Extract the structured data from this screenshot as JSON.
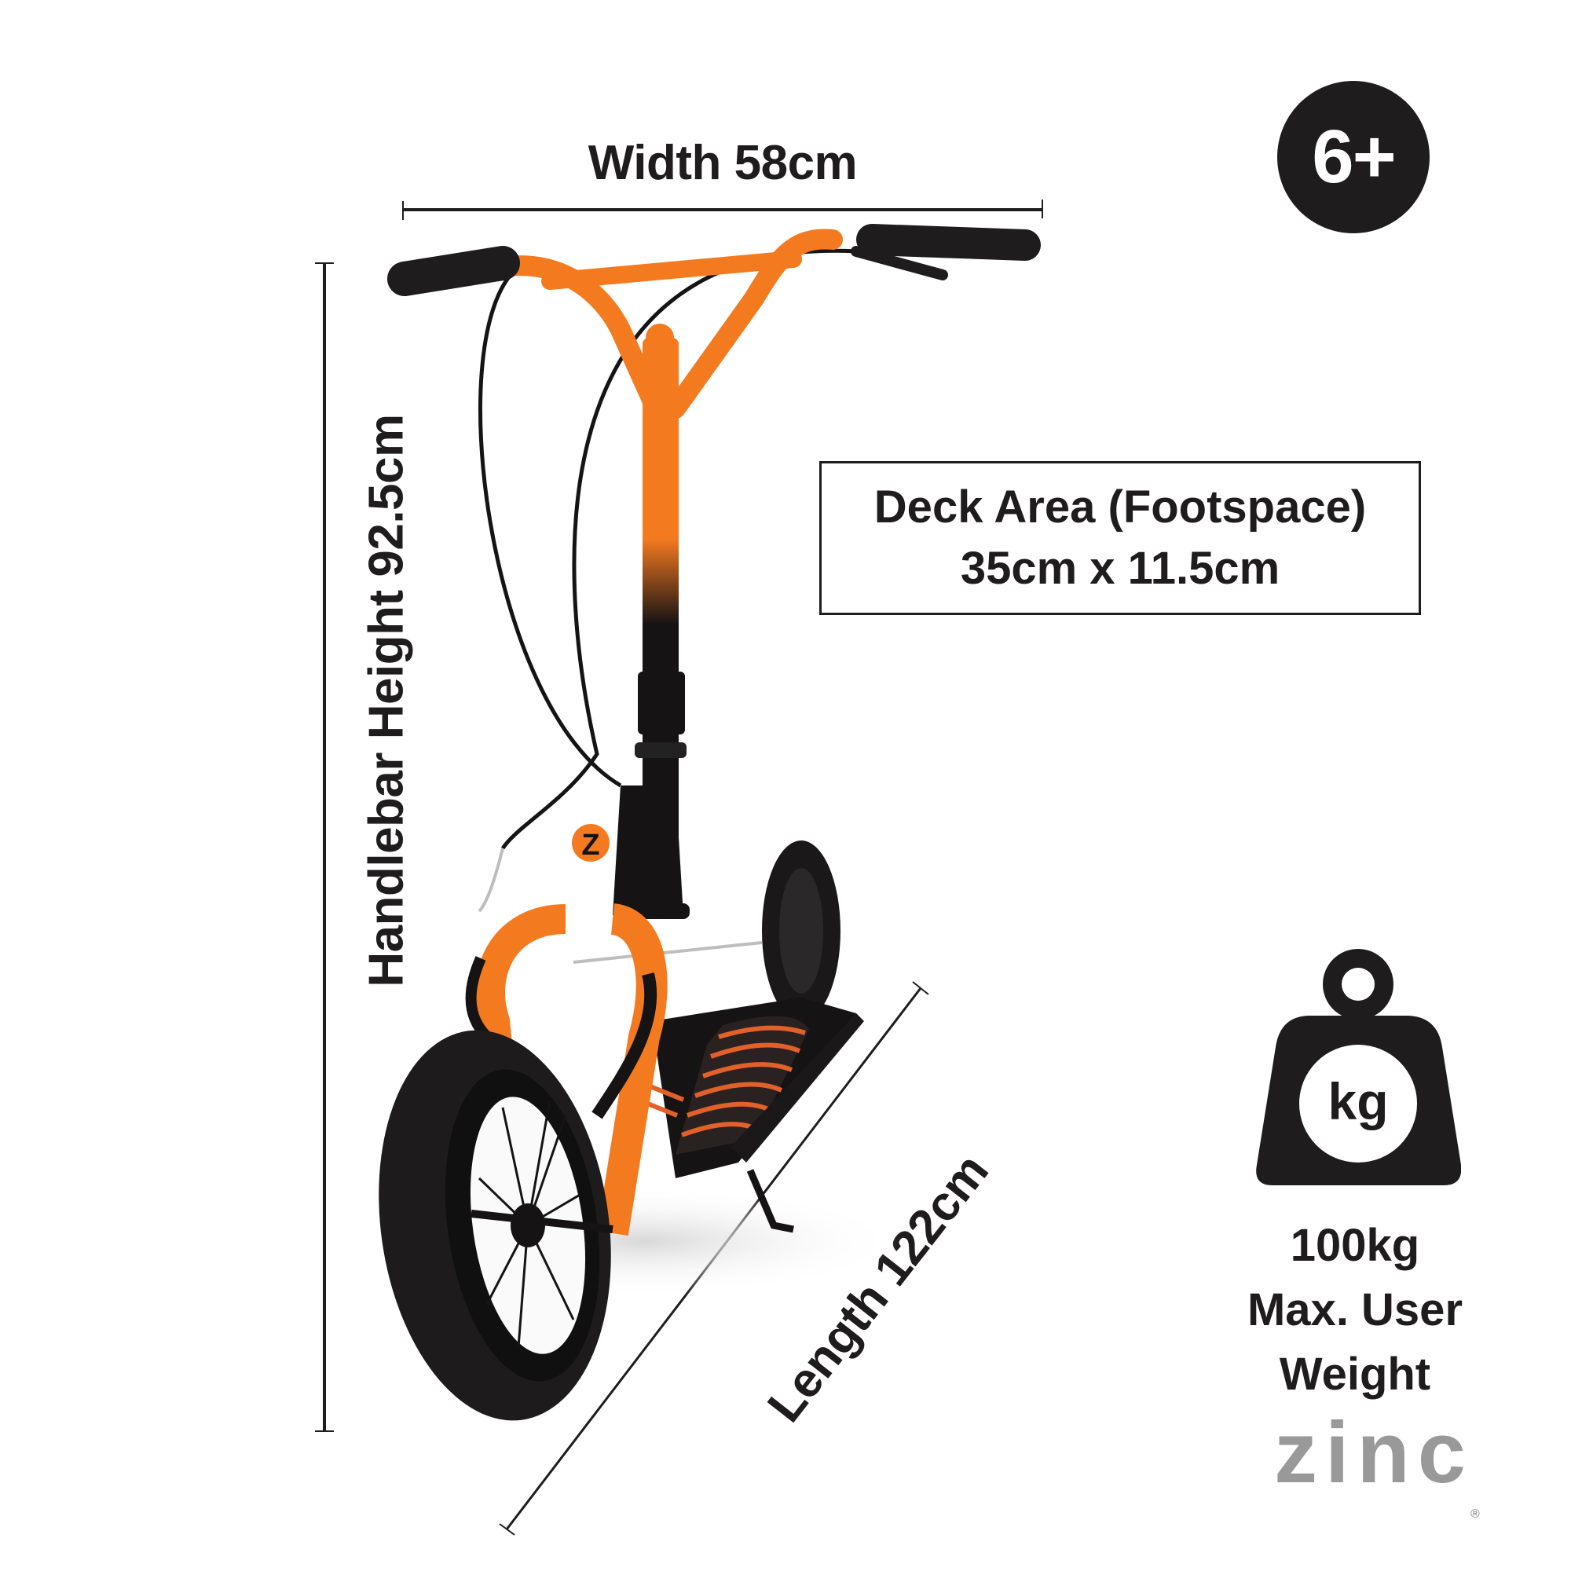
{
  "product": {
    "brand_logo": "zinc",
    "brand_mark": "®",
    "colors": {
      "frame_orange": "#f47a20",
      "frame_black": "#151313",
      "text_dark": "#1e1c1c",
      "logo_gray": "#999999",
      "background": "#ffffff"
    }
  },
  "dimensions": {
    "width": {
      "label": "Width 58cm",
      "value_cm": 58
    },
    "handlebar_height": {
      "label": "Handlebar Height 92.5cm",
      "value_cm": 92.5
    },
    "length": {
      "label": "Length 122cm",
      "value_cm": 122
    }
  },
  "age_badge": {
    "label": "6+",
    "icon": "age-circle-badge"
  },
  "deck_area": {
    "line1": "Deck Area (Footspace)",
    "line2": "35cm x 11.5cm",
    "length_cm": 35,
    "width_cm": 11.5
  },
  "max_weight": {
    "icon": "kg-weight-icon",
    "icon_text": "kg",
    "line1": "100kg",
    "line2": "Max. User",
    "line3": "Weight",
    "value_kg": 100
  },
  "scooter_logo_badge": "Z"
}
